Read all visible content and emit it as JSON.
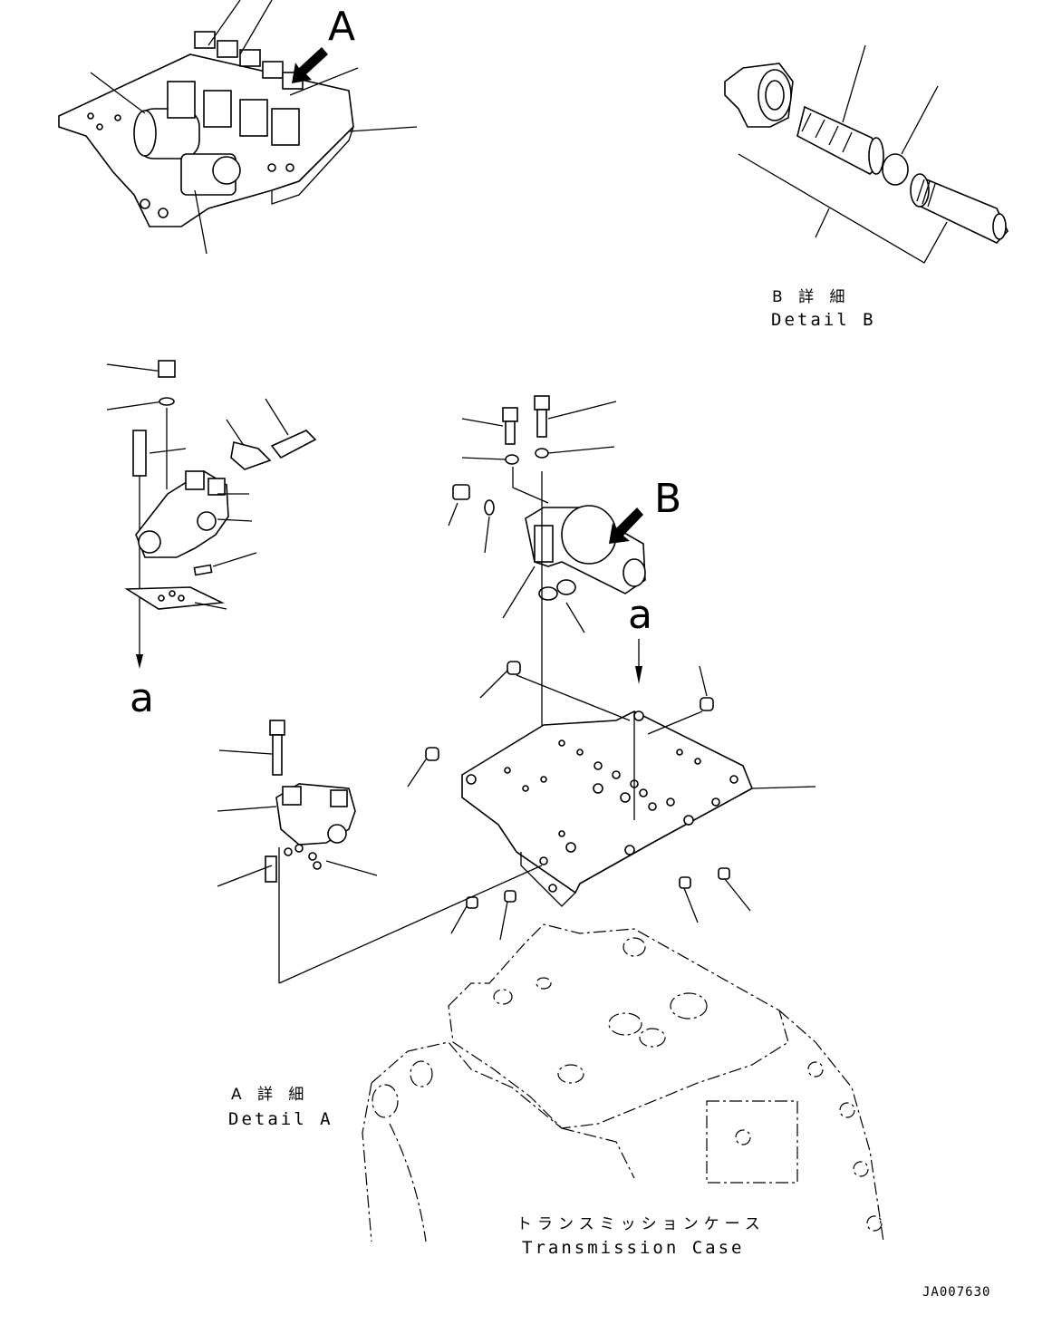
{
  "labels": {
    "view_a": "A",
    "view_b": "B",
    "ref_a_left": "a",
    "ref_a_right": "a",
    "detail_b_jp": "B 詳 細",
    "detail_b_en": "Detail B",
    "detail_a_jp": "A 詳 細",
    "detail_a_en": "Detail A",
    "case_jp": "トランスミッションケース",
    "case_en": "Transmission Case",
    "drawing_code": "JA007630"
  }
}
